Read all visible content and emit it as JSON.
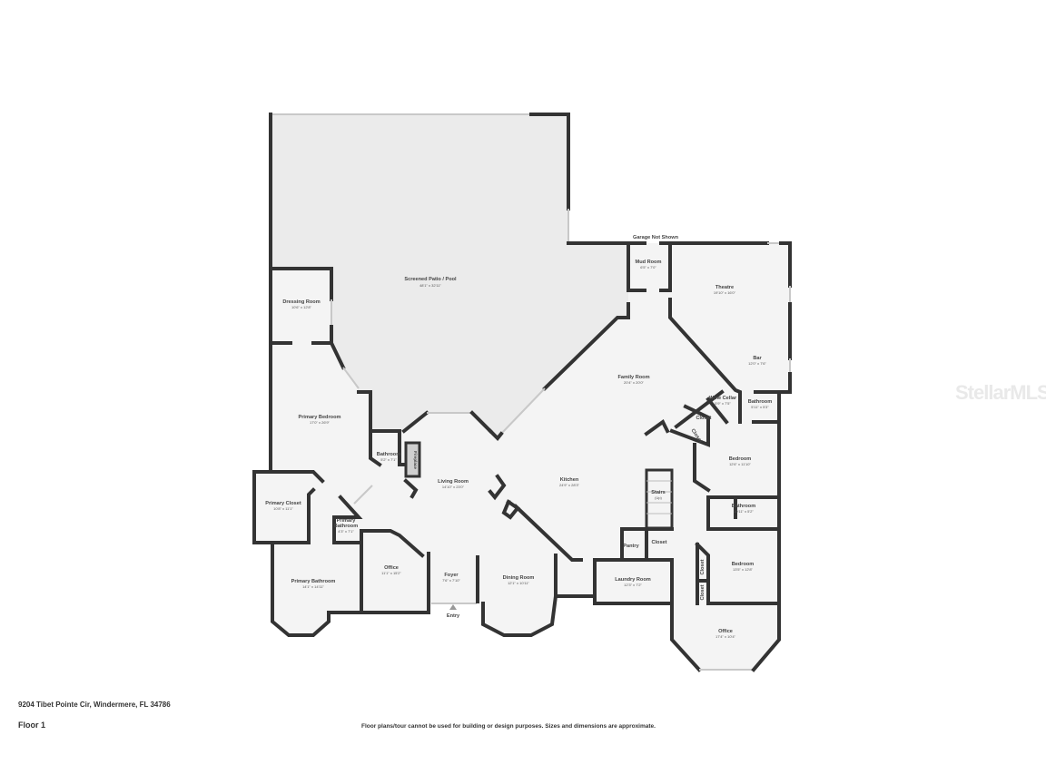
{
  "address": "9204 Tibet Pointe Cir, Windermere, FL 34786",
  "floor_label": "Floor 1",
  "disclaimer": "Floor plans/tour cannot be used for building or design purposes. Sizes and dimensions are approximate.",
  "watermark": "StellarMLS",
  "garage_note": "Garage Not Shown",
  "entry_label": "Entry",
  "colors": {
    "wall": "#333333",
    "interior": "#f4f4f4",
    "patio": "#ebebeb"
  },
  "rooms": {
    "patio": {
      "name": "Screened Patio / Pool",
      "dims": "48'1\" x 32'11\""
    },
    "dressing": {
      "name": "Dressing Room",
      "dims": "10'6\" x 12'8\""
    },
    "primary_bedroom": {
      "name": "Primary Bedroom",
      "dims": "17'0\" x 26'9\""
    },
    "mud": {
      "name": "Mud Room",
      "dims": "6'5\" x 7'0\""
    },
    "theatre": {
      "name": "Theatre",
      "dims": "19'10\" x 16'0\""
    },
    "bar": {
      "name": "Bar",
      "dims": "12'0\" x 7'6\""
    },
    "family": {
      "name": "Family Room",
      "dims": "20'4\" x 20'0\""
    },
    "wine": {
      "name": "Wine Cellar",
      "dims": "5'9\" x 7'5\""
    },
    "bath_bar": {
      "name": "Bathroom",
      "dims": "5'11\" x 5'3\""
    },
    "closet_a": {
      "name": "Closet"
    },
    "closet_b": {
      "name": "Closet"
    },
    "bedroom1": {
      "name": "Bedroom",
      "dims": "12'6\" x 11'10\""
    },
    "bath_living": {
      "name": "Bathroom",
      "dims": "5'2\" x 7'1\""
    },
    "fireplace": {
      "name": "Fireplace"
    },
    "living": {
      "name": "Living Room",
      "dims": "14'10\" x 23'0\""
    },
    "kitchen": {
      "name": "Kitchen",
      "dims": "24'9\" x 28'3\""
    },
    "stairs": {
      "name": "Stairs",
      "sub": "(Up)"
    },
    "primary_closet": {
      "name": "Primary Closet",
      "dims": "10'8\" x 11'1\""
    },
    "primary_bath_small": {
      "name": "Primary",
      "name2": "Bathroom",
      "dims": "4'3\" x 7'1\""
    },
    "primary_bath": {
      "name": "Primary Bathroom",
      "dims": "14'1\" x 14'11\""
    },
    "office1": {
      "name": "Office",
      "dims": "11'1\" x 15'2\""
    },
    "foyer": {
      "name": "Foyer",
      "dims": "7'6\" x 7'10\""
    },
    "dining": {
      "name": "Dining Room",
      "dims": "12'1\" x 10'11\""
    },
    "pantry": {
      "name": "Pantry"
    },
    "closet_c": {
      "name": "Closet"
    },
    "laundry": {
      "name": "Laundry Room",
      "dims": "12'3\" x 7'2\""
    },
    "bath_right": {
      "name": "Bathroom",
      "dims": "10'11\" x 5'2\""
    },
    "bedroom2": {
      "name": "Bedroom",
      "dims": "13'5\" x 12'8\""
    },
    "closet_d": {
      "name": "Closet"
    },
    "closet_e": {
      "name": "Closet"
    },
    "office2": {
      "name": "Office",
      "dims": "17'4\" x 10'4\""
    }
  }
}
